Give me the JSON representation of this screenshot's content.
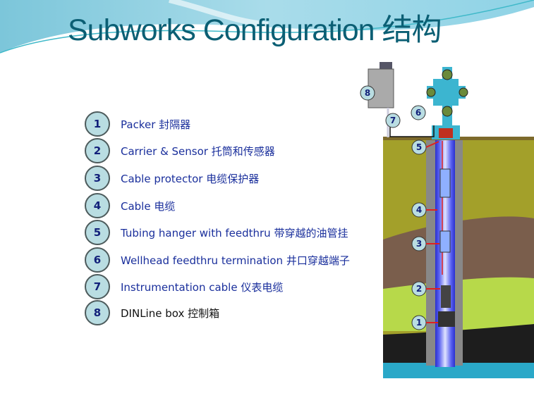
{
  "title": "Subworks Configuration 结构",
  "items": [
    {
      "num": "1",
      "label": "Packer 封隔器"
    },
    {
      "num": "2",
      "label": "Carrier & Sensor 托筒和传感器"
    },
    {
      "num": "3",
      "label": "Cable protector 电缆保护器"
    },
    {
      "num": "4",
      "label": "Cable 电缆"
    },
    {
      "num": "5",
      "label": "Tubing hanger with feedthru 带穿越的油管挂"
    },
    {
      "num": "6",
      "label": "Wellhead feedthru termination 井口穿越端子"
    },
    {
      "num": "7",
      "label": "Instrumentation cable 仪表电缆"
    },
    {
      "num": "8",
      "label": "DINLine box 控制箱"
    }
  ],
  "diagram_callouts": [
    "1",
    "2",
    "3",
    "4",
    "5",
    "6",
    "7",
    "8"
  ]
}
